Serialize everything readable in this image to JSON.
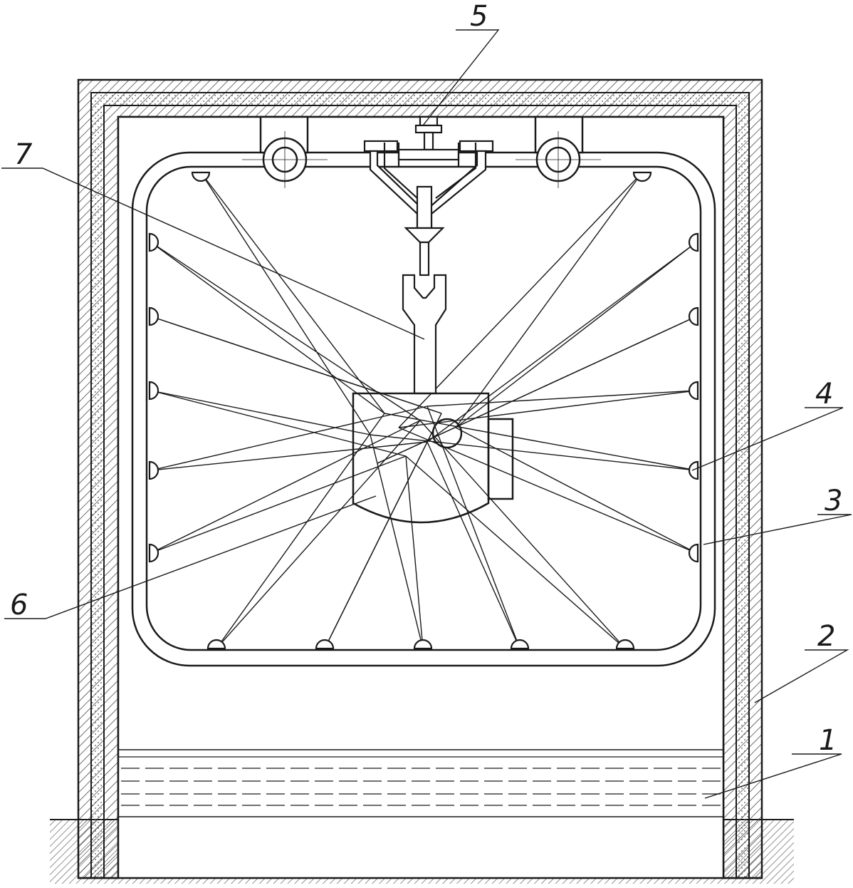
{
  "figure": {
    "callouts": [
      {
        "id": "1",
        "label": "1"
      },
      {
        "id": "2",
        "label": "2"
      },
      {
        "id": "3",
        "label": "3"
      },
      {
        "id": "4",
        "label": "4"
      },
      {
        "id": "5",
        "label": "5"
      },
      {
        "id": "6",
        "label": "6"
      },
      {
        "id": "7",
        "label": "7"
      }
    ]
  },
  "colors": {
    "line": "#1a1a1a",
    "hatch": "#333333",
    "background": "#ffffff"
  }
}
